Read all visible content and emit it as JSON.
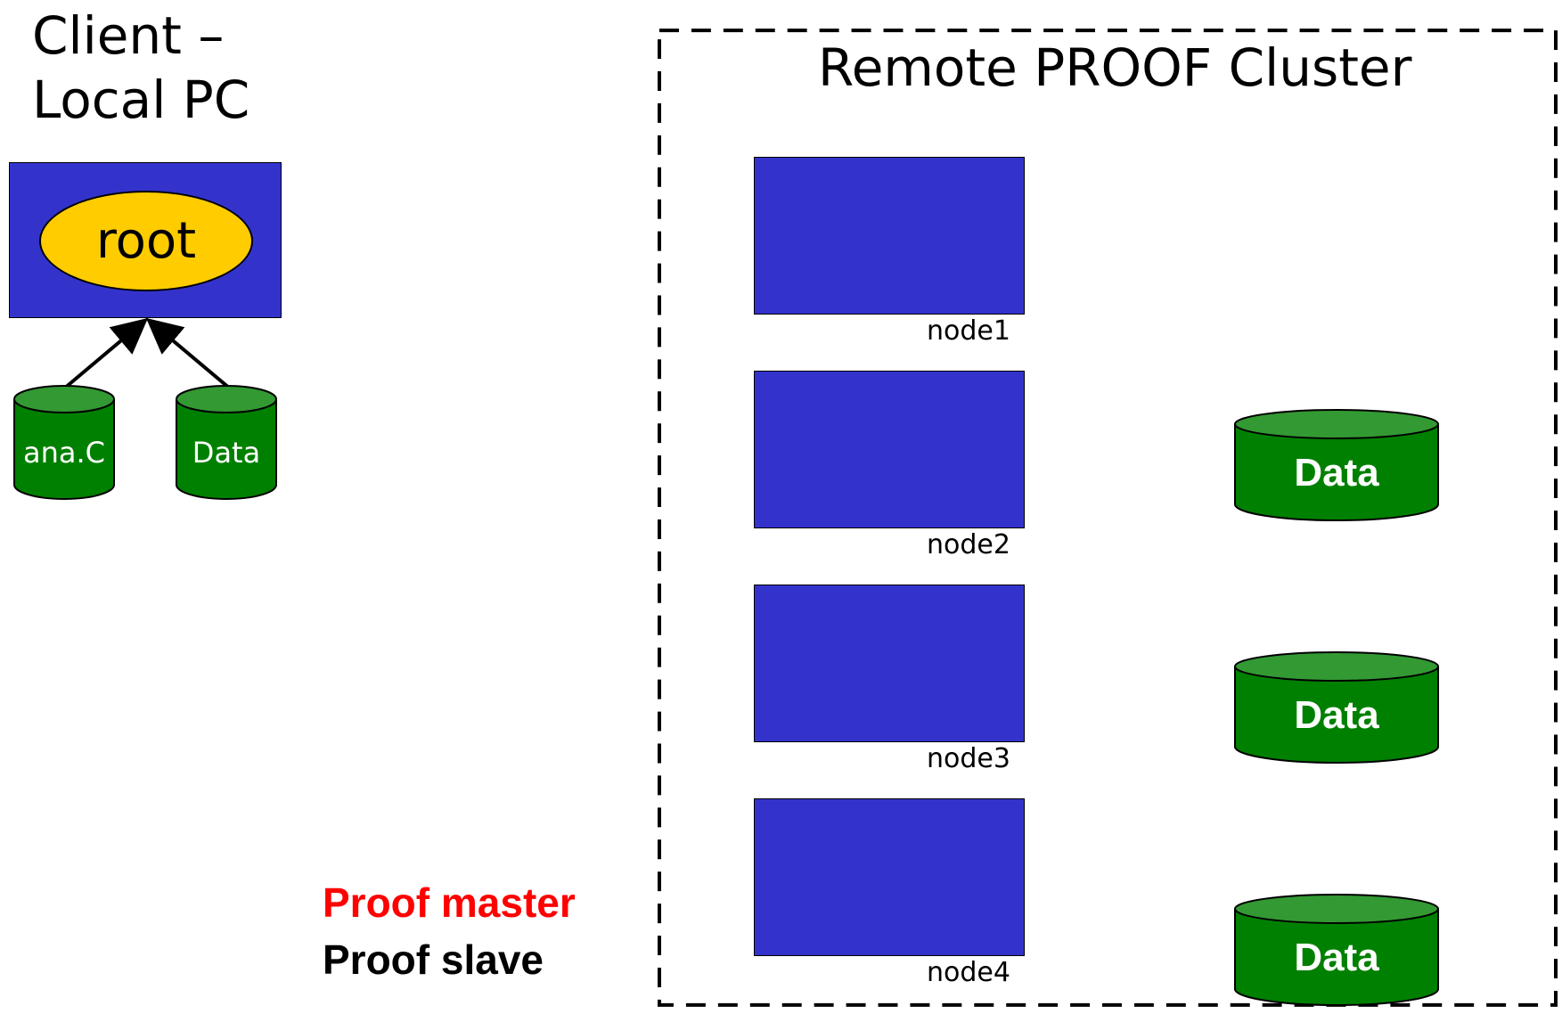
{
  "client": {
    "title_line1": "Client –",
    "title_line2": "Local PC",
    "app_label": "root",
    "files": [
      {
        "label": "ana.C"
      },
      {
        "label": "Data"
      }
    ]
  },
  "cluster": {
    "title": "Remote PROOF Cluster",
    "nodes": [
      {
        "label": "node1"
      },
      {
        "label": "node2"
      },
      {
        "label": "node3"
      },
      {
        "label": "node4"
      }
    ],
    "storage": [
      {
        "label": "Data"
      },
      {
        "label": "Data"
      },
      {
        "label": "Data"
      }
    ]
  },
  "legend": {
    "master": "Proof master",
    "slave": "Proof slave"
  },
  "colors": {
    "node_fill": "#3333cc",
    "root_fill": "#ffcc00",
    "cylinder_body": "#008000",
    "cylinder_top": "#339933",
    "master_text": "#ff0000",
    "slave_text": "#000000"
  }
}
